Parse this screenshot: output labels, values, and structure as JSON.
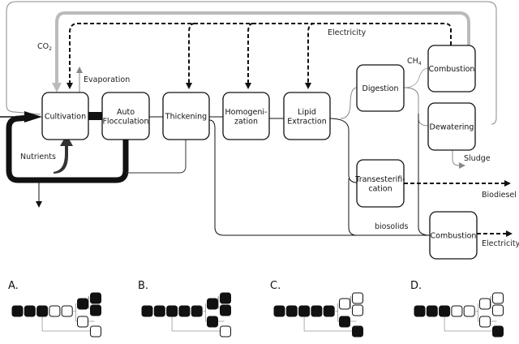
{
  "diagram": {
    "title": "Algal biofuel process flow",
    "nodes": [
      {
        "id": "cultivation",
        "lines": [
          "Cultivation"
        ]
      },
      {
        "id": "auto-flocculation",
        "lines": [
          "Auto",
          "Flocculation"
        ]
      },
      {
        "id": "thickening",
        "lines": [
          "Thickening"
        ]
      },
      {
        "id": "homogenization",
        "lines": [
          "Homogeni-",
          "zation"
        ]
      },
      {
        "id": "lipid-extraction",
        "lines": [
          "Lipid",
          "Extraction"
        ]
      },
      {
        "id": "digestion",
        "lines": [
          "Digestion"
        ]
      },
      {
        "id": "combustion-top",
        "lines": [
          "Combustion"
        ]
      },
      {
        "id": "dewatering",
        "lines": [
          "Dewatering"
        ]
      },
      {
        "id": "transesterification",
        "lines": [
          "Transesterifi-",
          "cation"
        ]
      },
      {
        "id": "combustion-bottom",
        "lines": [
          "Combustion"
        ]
      }
    ],
    "labels": {
      "co2": "CO",
      "co2_sub": "2",
      "evaporation": "Evaporation",
      "electricity_top": "Electricity",
      "ch4": "CH",
      "ch4_sub": "4",
      "nutrients": "Nutrients",
      "sludge": "Sludge",
      "biodiesel": "Biodiesel",
      "biosolids": "biosolids",
      "electricity_bottom": "Electricity"
    }
  },
  "scenarios": [
    {
      "label": "A.",
      "chain": [
        1,
        1,
        1,
        0,
        0
      ],
      "branch_upper": 1,
      "branch_top_right": 1,
      "branch_bottom_right": 1,
      "branch_trans": 0,
      "branch_combustion": 0
    },
    {
      "label": "B.",
      "chain": [
        1,
        1,
        1,
        1,
        1
      ],
      "branch_upper": 1,
      "branch_top_right": 1,
      "branch_bottom_right": 1,
      "branch_trans": 1,
      "branch_combustion": 0
    },
    {
      "label": "C.",
      "chain": [
        1,
        1,
        1,
        1,
        1
      ],
      "branch_upper": 0,
      "branch_top_right": 0,
      "branch_bottom_right": 0,
      "branch_trans": 1,
      "branch_combustion": 1
    },
    {
      "label": "D.",
      "chain": [
        1,
        1,
        1,
        0,
        0
      ],
      "branch_upper": 0,
      "branch_top_right": 0,
      "branch_bottom_right": 0,
      "branch_trans": 0,
      "branch_combustion": 1
    }
  ]
}
